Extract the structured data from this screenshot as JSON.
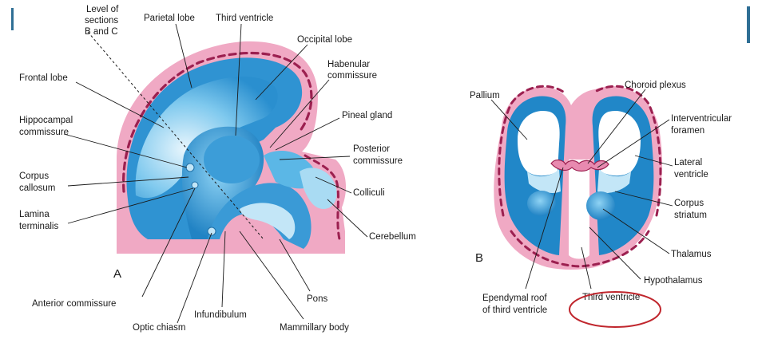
{
  "figure": {
    "panel_a": {
      "letter": "A",
      "labels": {
        "level_line1": "Level of",
        "level_line2": "sections",
        "level_line3": "B and C",
        "parietal_lobe": "Parietal lobe",
        "third_ventricle": "Third ventricle",
        "occipital_lobe": "Occipital lobe",
        "habenular_line1": "Habenular",
        "habenular_line2": "commissure",
        "frontal_lobe": "Frontal lobe",
        "pineal_gland": "Pineal gland",
        "hippocampal_line1": "Hippocampal",
        "hippocampal_line2": "commissure",
        "posterior_line1": "Posterior",
        "posterior_line2": "commissure",
        "corpus_line1": "Corpus",
        "corpus_line2": "callosum",
        "colliculi": "Colliculi",
        "lamina_line1": "Lamina",
        "lamina_line2": "terminalis",
        "cerebellum": "Cerebellum",
        "anterior_commissure": "Anterior commissure",
        "pons": "Pons",
        "infundibulum": "Infundibulum",
        "optic_chiasm": "Optic chiasm",
        "mammillary_body": "Mammillary body"
      }
    },
    "panel_b": {
      "letter": "B",
      "labels": {
        "pallium": "Pallium",
        "choroid_plexus": "Choroid plexus",
        "interventricular_line1": "Interventricular",
        "interventricular_line2": "foramen",
        "lateral_line1": "Lateral",
        "lateral_line2": "ventricle",
        "corpus_line1": "Corpus",
        "corpus_line2": "striatum",
        "thalamus": "Thalamus",
        "hypothalamus": "Hypothalamus",
        "ependymal_line1": "Ependymal roof",
        "ependymal_line2": "of third ventricle",
        "third_ventricle": "Third ventricle"
      }
    },
    "colors": {
      "pink": "#f0a9c4",
      "blue_dark": "#1f88c9",
      "blue_mid": "#5bb7e6",
      "blue_light": "#bfe3f5",
      "vessel": "#9c2050",
      "highlight_circle": "#c0262d"
    }
  }
}
